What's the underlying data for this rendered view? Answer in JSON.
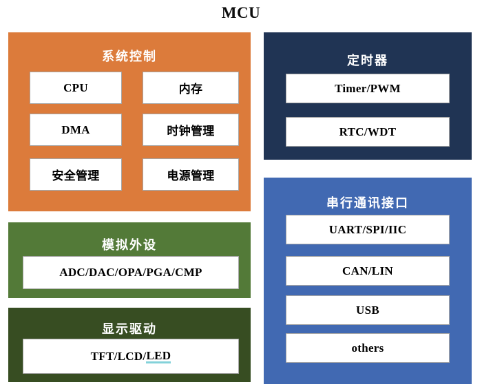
{
  "title": "MCU",
  "colors": {
    "orange": "#DC7B3B",
    "navy": "#203454",
    "blue": "#4169B2",
    "green": "#537A38",
    "dark_green": "#374D22",
    "box_bg": "#FFFFFF",
    "box_border": "#A6A6A6",
    "box_text": "#000000",
    "header_text": "#FFFFFF",
    "led_underline": "#84D2DA"
  },
  "blocks": {
    "system_control": {
      "header": "系统控制",
      "items": [
        "CPU",
        "内存",
        "DMA",
        "时钟管理",
        "安全管理",
        "电源管理"
      ]
    },
    "timer": {
      "header": "定时器",
      "items": [
        "Timer/PWM",
        "RTC/WDT"
      ]
    },
    "serial": {
      "header": "串行通讯接口",
      "items": [
        "UART/SPI/IIC",
        "CAN/LIN",
        "USB",
        "others"
      ]
    },
    "analog": {
      "header": "模拟外设",
      "items": [
        "ADC/DAC/OPA/PGA/CMP"
      ]
    },
    "display": {
      "header": "显示驱动",
      "item_prefix": "TFT/LCD/",
      "item_underlined": "LED"
    }
  }
}
